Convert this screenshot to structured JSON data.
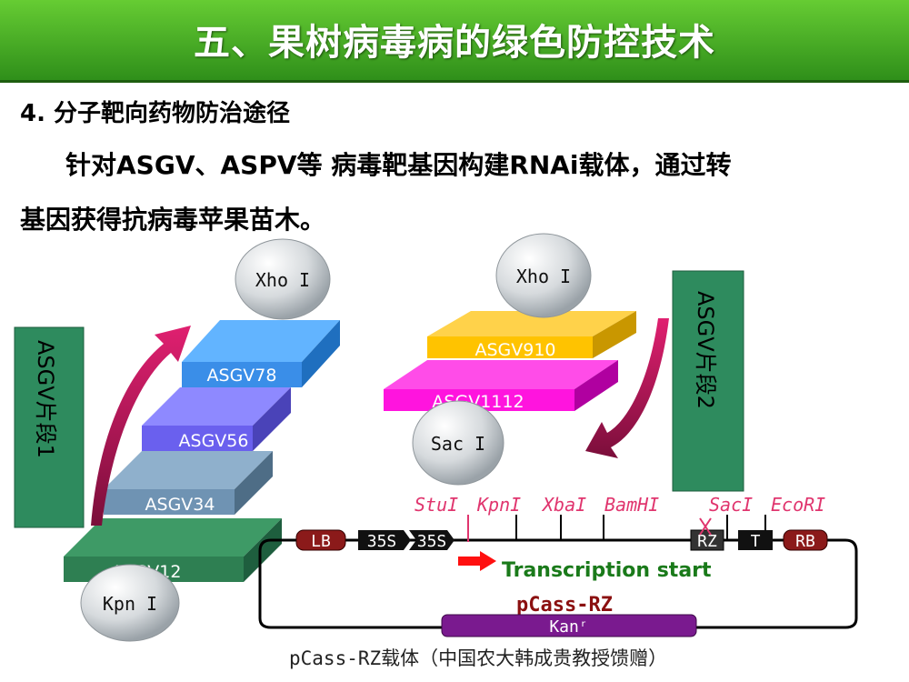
{
  "title": "五、果树病毒病的绿色防控技术",
  "subtitle": "4. 分子靶向药物防治途径",
  "body_line1": "针对ASGV、ASPV等 病毒靶基因构建RNAi载体，通过转",
  "body_line2": "基因获得抗病毒苹果苗木。",
  "left_block": {
    "side_label": "ASGV片段1",
    "steps": [
      "ASGV12",
      "ASGV34",
      "ASGV56",
      "ASGV78"
    ],
    "top_enzyme": "Xho I",
    "bottom_enzyme": "Kpn I"
  },
  "right_block": {
    "side_label": "ASGV片段2",
    "bars": [
      "ASGV910",
      "ASGV1112"
    ],
    "top_enzyme": "Xho I",
    "bottom_enzyme": "Sac I"
  },
  "vector": {
    "sites": [
      "StuI",
      "KpnI",
      "XbaI",
      "BamHI",
      "SacI",
      "EcoRI"
    ],
    "lb": "LB",
    "promoter1": "35S",
    "promoter2": "35S",
    "rz": "RZ",
    "t": "T",
    "rb": "RB",
    "transcription": "Transcription start",
    "name": "pCass-RZ",
    "kan": "Kanʳ"
  },
  "caption": "pCass-RZ载体（中国农大韩成贵教授馈赠）",
  "colors": {
    "title_green": "#3fa526",
    "side_box": "#2e8b5e",
    "arrow": "#c0185a",
    "site_text": "#e0356e"
  }
}
